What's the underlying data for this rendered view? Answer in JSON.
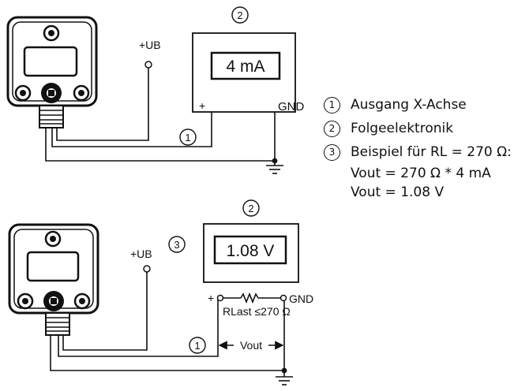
{
  "diagram_top": {
    "display_value": "4 mA",
    "plus_label": "+",
    "gnd_label": "GND",
    "ub_label": "+UB",
    "marker_1": "1",
    "marker_2": "2"
  },
  "diagram_bottom": {
    "display_value": "1.08 V",
    "plus_label": "+",
    "gnd_label": "GND",
    "ub_label": "+UB",
    "resistor_label": "RLast ≤270 Ω",
    "vout_label": "Vout",
    "marker_1": "1",
    "marker_2": "2",
    "marker_3": "3"
  },
  "legend": {
    "items": [
      {
        "num": "1",
        "text": "Ausgang X-Achse"
      },
      {
        "num": "2",
        "text": "Folgeelektronik"
      },
      {
        "num": "3",
        "text": "Beispiel für RL = 270 Ω:"
      }
    ],
    "calc_line_1": "Vout = 270 Ω * 4 mA",
    "calc_line_2": "Vout = 1.08 V"
  }
}
